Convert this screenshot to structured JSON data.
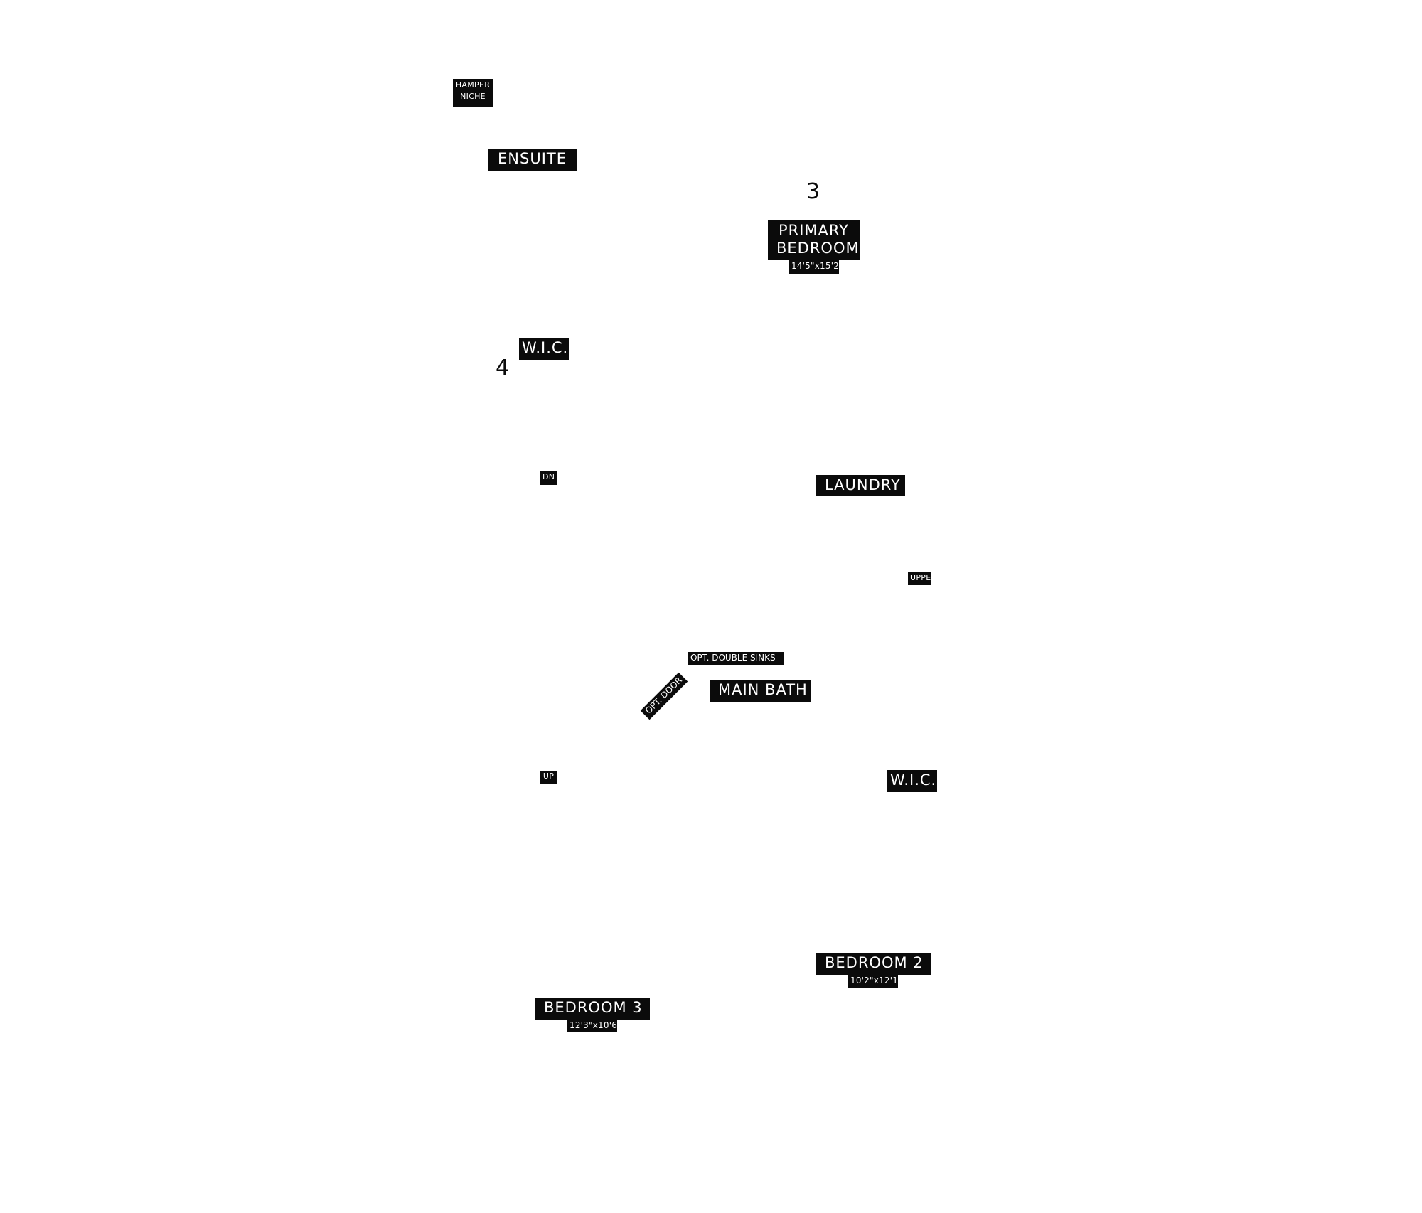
{
  "plan": {
    "labels": {
      "hamper_niche": "HAMPER\nNICHE",
      "ensuite": "ENSUITE",
      "primary_bedroom": "PRIMARY\nBEDROOM",
      "primary_bedroom_dim": "14'5\"x15'2\"",
      "wic_primary": "W.I.C.",
      "dn": "DN",
      "laundry": "LAUNDRY",
      "upper": "UPPE",
      "opt_double_sinks": "OPT. DOUBLE SINKS",
      "opt_door": "OPT. DOOR",
      "main_bath": "MAIN BATH",
      "up": "UP",
      "wic_secondary": "W.I.C.",
      "bedroom2": "BEDROOM 2",
      "bedroom2_dim": "10'2\"x12'1\"",
      "bedroom3": "BEDROOM 3",
      "bedroom3_dim": "12'3\"x10'6\""
    },
    "markers": {
      "marker_3": "3",
      "marker_4": "4"
    }
  }
}
